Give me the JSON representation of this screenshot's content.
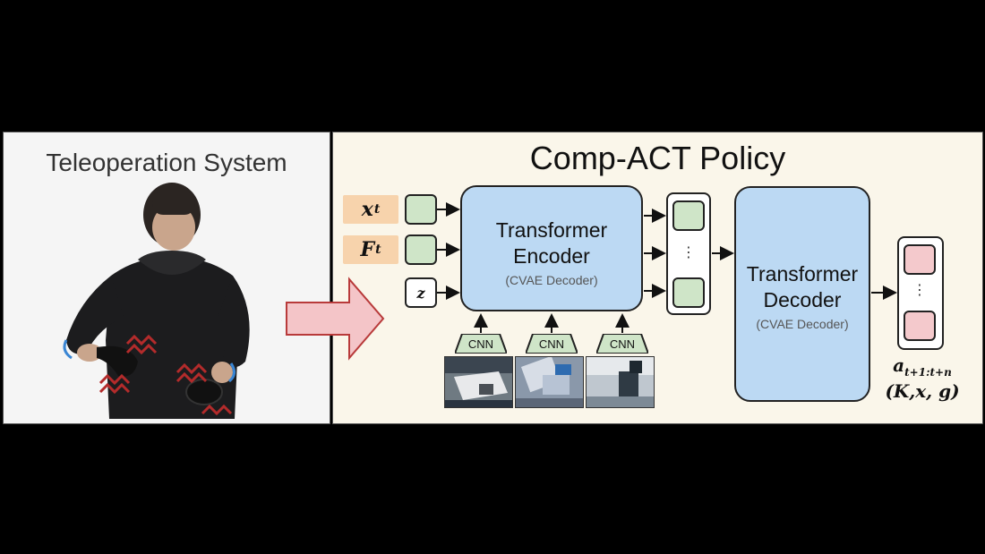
{
  "left_panel": {
    "title": "Teleoperation System"
  },
  "right_panel": {
    "title": "Comp-ACT Policy",
    "inputs": [
      {
        "symbol": "x",
        "subscript": "t"
      },
      {
        "symbol": "F",
        "subscript": "t"
      }
    ],
    "latent_input": "z",
    "encoder": {
      "title_line1": "Transformer",
      "title_line2": "Encoder",
      "subtitle": "(CVAE Decoder)"
    },
    "decoder": {
      "title_line1": "Transformer",
      "title_line2": "Decoder",
      "subtitle": "(CVAE Decoder)"
    },
    "cnn_blocks": [
      "CNN",
      "CNN",
      "CNN"
    ],
    "output": {
      "action_symbol": "a",
      "action_subscript": "t+1:t+n",
      "action_params": "(K,x, g)"
    },
    "token_ellipsis": "⋮"
  },
  "colors": {
    "input_label_bg": "#f7d3ac",
    "token_green": "#cfe5c8",
    "transformer_blue": "#bcd9f3",
    "output_red": "#f4c9cc",
    "big_arrow": "#f4c5c8"
  }
}
